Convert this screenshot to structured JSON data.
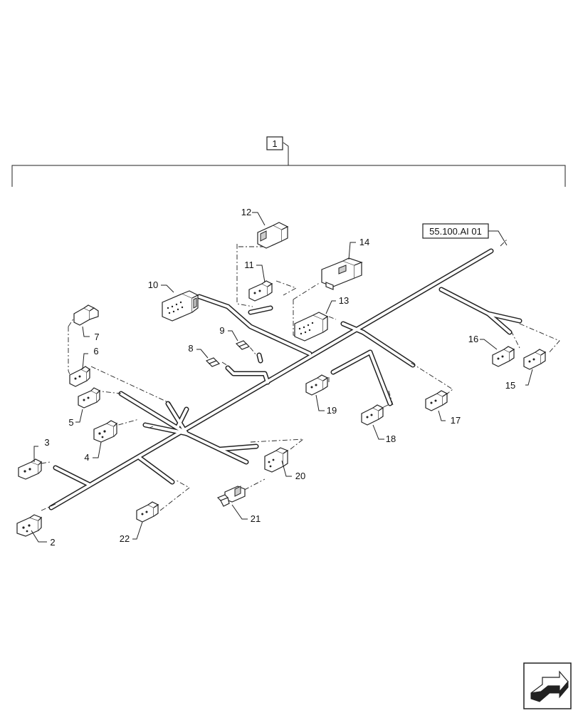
{
  "assembly": {
    "item_number": "1"
  },
  "reference": {
    "label": "55.100.AI 01"
  },
  "callouts": [
    "2",
    "3",
    "4",
    "5",
    "6",
    "7",
    "8",
    "9",
    "10",
    "11",
    "12",
    "13",
    "14",
    "15",
    "16",
    "17",
    "18",
    "19",
    "20",
    "21",
    "22"
  ]
}
